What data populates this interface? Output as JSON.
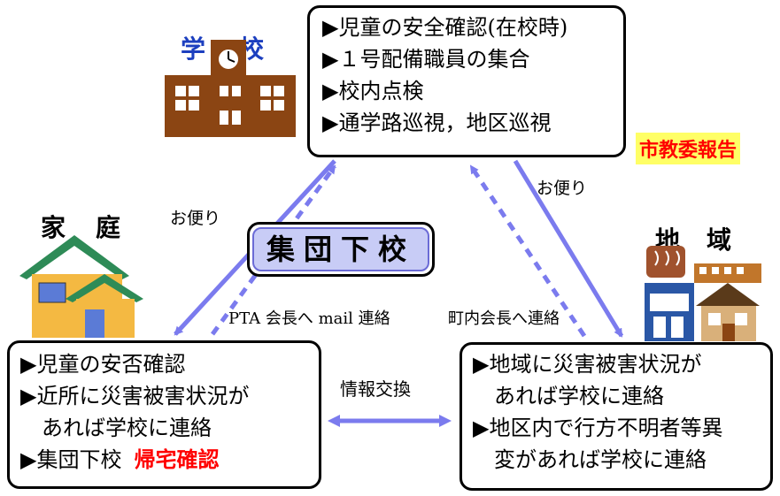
{
  "school": {
    "title": "学校",
    "items": [
      "▶児童の安全確認(在校時)",
      "▶１号配備職員の集合",
      "▶校内点検",
      "▶通学路巡視，地区巡視"
    ]
  },
  "home": {
    "title": "家庭",
    "items": [
      "▶児童の安否確認",
      "▶近所に災害被害状況が",
      "　あれば学校に連絡"
    ],
    "last_prefix": "▶集団下校",
    "last_emphasis": "帰宅確認"
  },
  "community": {
    "title": "地域",
    "items": [
      "▶地域に災害被害状況が",
      "　あれば学校に連絡",
      "▶地区内で行方不明者等異",
      "　変があれば学校に連絡"
    ]
  },
  "labels": {
    "group_dismissal": "集団下校",
    "letter_left": "お便り",
    "letter_right": "お便り",
    "report_board": "市教委報告",
    "pta_mail": "PTA 会長へ mail 連絡",
    "town_contact": "町内会長へ連絡",
    "info_exchange": "情報交換"
  },
  "colors": {
    "arrow": "#7b7bee",
    "school_brown": "#8b4513",
    "school_title": "#1c3fbf",
    "emphasis": "#ff0000",
    "highlight": "#ffff66"
  }
}
